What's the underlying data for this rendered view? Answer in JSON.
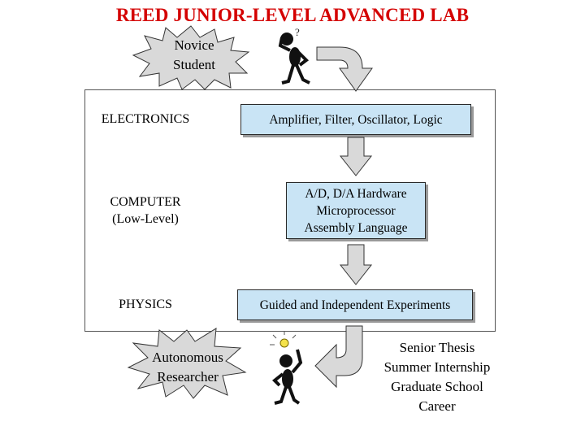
{
  "title": "REED JUNIOR-LEVEL ADVANCED LAB",
  "novice": [
    "Novice",
    "Student"
  ],
  "autonomous": [
    "Autonomous",
    "Researcher"
  ],
  "rows": [
    {
      "label": [
        "ELECTRONICS"
      ],
      "box": [
        "Amplifier, Filter, Oscillator, Logic"
      ]
    },
    {
      "label": [
        "COMPUTER",
        "(Low-Level)"
      ],
      "box": [
        "A/D, D/A Hardware",
        "Microprocessor",
        "Assembly Language"
      ]
    },
    {
      "label": [
        "PHYSICS"
      ],
      "box": [
        "Guided and Independent Experiments"
      ]
    }
  ],
  "outcomes": [
    "Senior Thesis",
    "Summer Internship",
    "Graduate School",
    "Career"
  ],
  "colors": {
    "title": "#d40000",
    "box_fill": "#c9e4f5",
    "arrow_fill": "#d9d9d9"
  }
}
